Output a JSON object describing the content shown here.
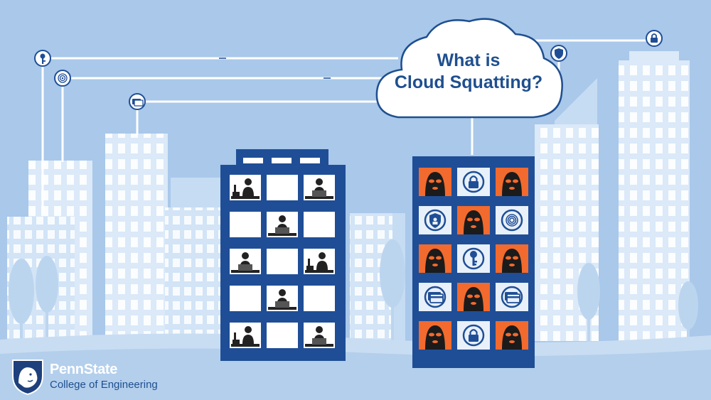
{
  "cloud": {
    "title_line1": "What is",
    "title_line2": "Cloud Squatting?"
  },
  "logo": {
    "brand": "PennState",
    "college": "College of Engineering"
  },
  "colors": {
    "sky": "#a9c8ea",
    "building_blue": "#1f4e96",
    "attacker_orange": "#f26a2d",
    "cloud_outline": "#1f4f8f",
    "bg_building": "#dbe9f8"
  },
  "icons": {
    "line_endpoints": [
      "key-icon",
      "fingerprint-icon",
      "credit-card-icon",
      "shield-icon",
      "padlock-icon"
    ],
    "office_tenants": "office-worker-icon",
    "squatters": "masked-hacker-icon"
  }
}
